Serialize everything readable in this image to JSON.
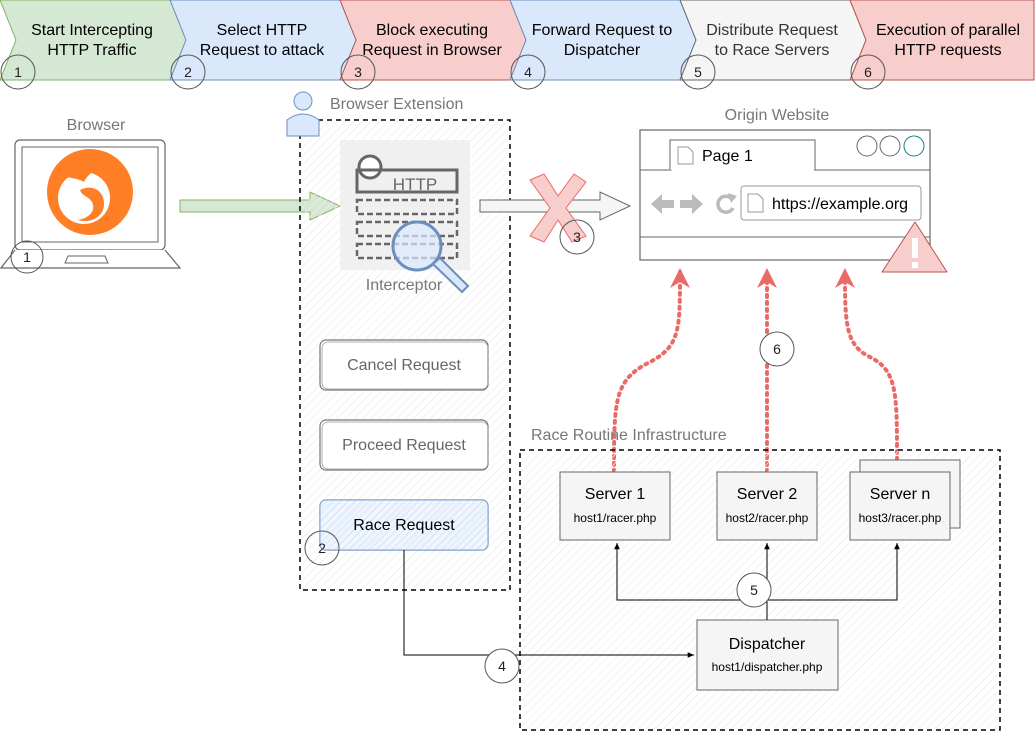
{
  "steps": [
    {
      "label_line1": "Start Intercepting",
      "label_line2": "HTTP Traffic",
      "number": "1",
      "fill": "#d5e8d4",
      "stroke": "#82b366"
    },
    {
      "label_line1": "Select HTTP",
      "label_line2": "Request to attack",
      "number": "2",
      "fill": "#dae8fc",
      "stroke": "#6c8ebf"
    },
    {
      "label_line1": "Block executing",
      "label_line2": "Request in Browser",
      "number": "3",
      "fill": "#f8cecc",
      "stroke": "#b85450"
    },
    {
      "label_line1": "Forward Request to",
      "label_line2": "Dispatcher",
      "number": "4",
      "fill": "#dae8fc",
      "stroke": "#6c8ebf"
    },
    {
      "label_line1": "Distribute Request",
      "label_line2": "to Race Servers",
      "number": "5",
      "fill": "#f5f5f5",
      "stroke": "#666666"
    },
    {
      "label_line1": "Execution of parallel",
      "label_line2": "HTTP requests",
      "number": "6",
      "fill": "#f8cecc",
      "stroke": "#b85450"
    }
  ],
  "browser": {
    "title": "Browser",
    "marker": "1"
  },
  "extension": {
    "title": "Browser Extension",
    "interceptor_label": "Interceptor",
    "http_text": "HTTP",
    "buttons": {
      "cancel": "Cancel Request",
      "proceed": "Proceed Request",
      "race": "Race Request"
    },
    "race_marker": "2"
  },
  "block_marker": "3",
  "origin": {
    "title": "Origin Website",
    "tab_label": "Page 1",
    "url": "https://example.org"
  },
  "exec_marker": "6",
  "infra": {
    "title": "Race Routine Infrastructure",
    "servers": [
      {
        "name": "Server 1",
        "host": "host1/racer.php"
      },
      {
        "name": "Server 2",
        "host": "host2/racer.php"
      },
      {
        "name": "Server n",
        "host": "host3/racer.php"
      }
    ],
    "dispatcher": {
      "name": "Dispatcher",
      "host": "host1/dispatcher.php"
    },
    "distribute_marker": "5",
    "forward_marker": "4"
  },
  "colors": {
    "green_fill": "#d5e8d4",
    "green_stroke": "#82b366",
    "blue_fill": "#dae8fc",
    "blue_stroke": "#6c8ebf",
    "red_fill": "#f8cecc",
    "red_stroke": "#b85450",
    "red_dotted": "#ea6b66",
    "firefox_orange": "#ff7f27",
    "warning": "#f8cecc"
  }
}
